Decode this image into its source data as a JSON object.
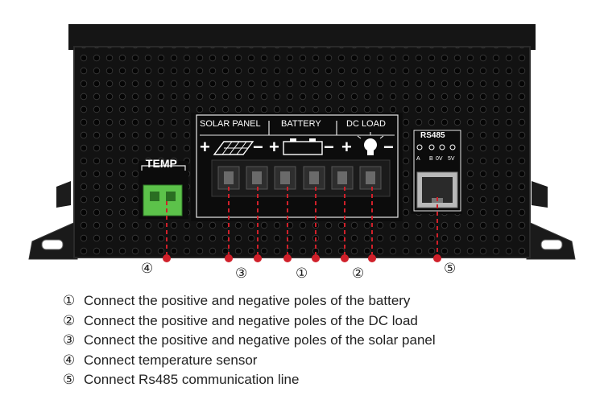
{
  "device": {
    "temp_label": "TEMP",
    "solar_label": "SOLAR PANEL",
    "battery_label": "BATTERY",
    "load_label": "DC LOAD",
    "rs485_label": "RS485",
    "rs485_pins": [
      "A",
      "B",
      "0V",
      "5V"
    ],
    "plus": "+",
    "minus": "−"
  },
  "callouts": {
    "c1": "①",
    "c2": "②",
    "c3": "③",
    "c4": "④",
    "c5": "⑤"
  },
  "legend": [
    {
      "num": "①",
      "text": "Connect the positive and negative poles of the battery"
    },
    {
      "num": "②",
      "text": "Connect the positive and negative poles of the DC load"
    },
    {
      "num": "③",
      "text": "Connect the positive and negative poles of the solar panel"
    },
    {
      "num": "④",
      "text": "Connect temperature sensor"
    },
    {
      "num": "⑤",
      "text": "Connect Rs485 communication line"
    }
  ],
  "colors": {
    "case": "#111111",
    "callout_red": "#d0202a",
    "connector_green": "#5cc24a"
  }
}
